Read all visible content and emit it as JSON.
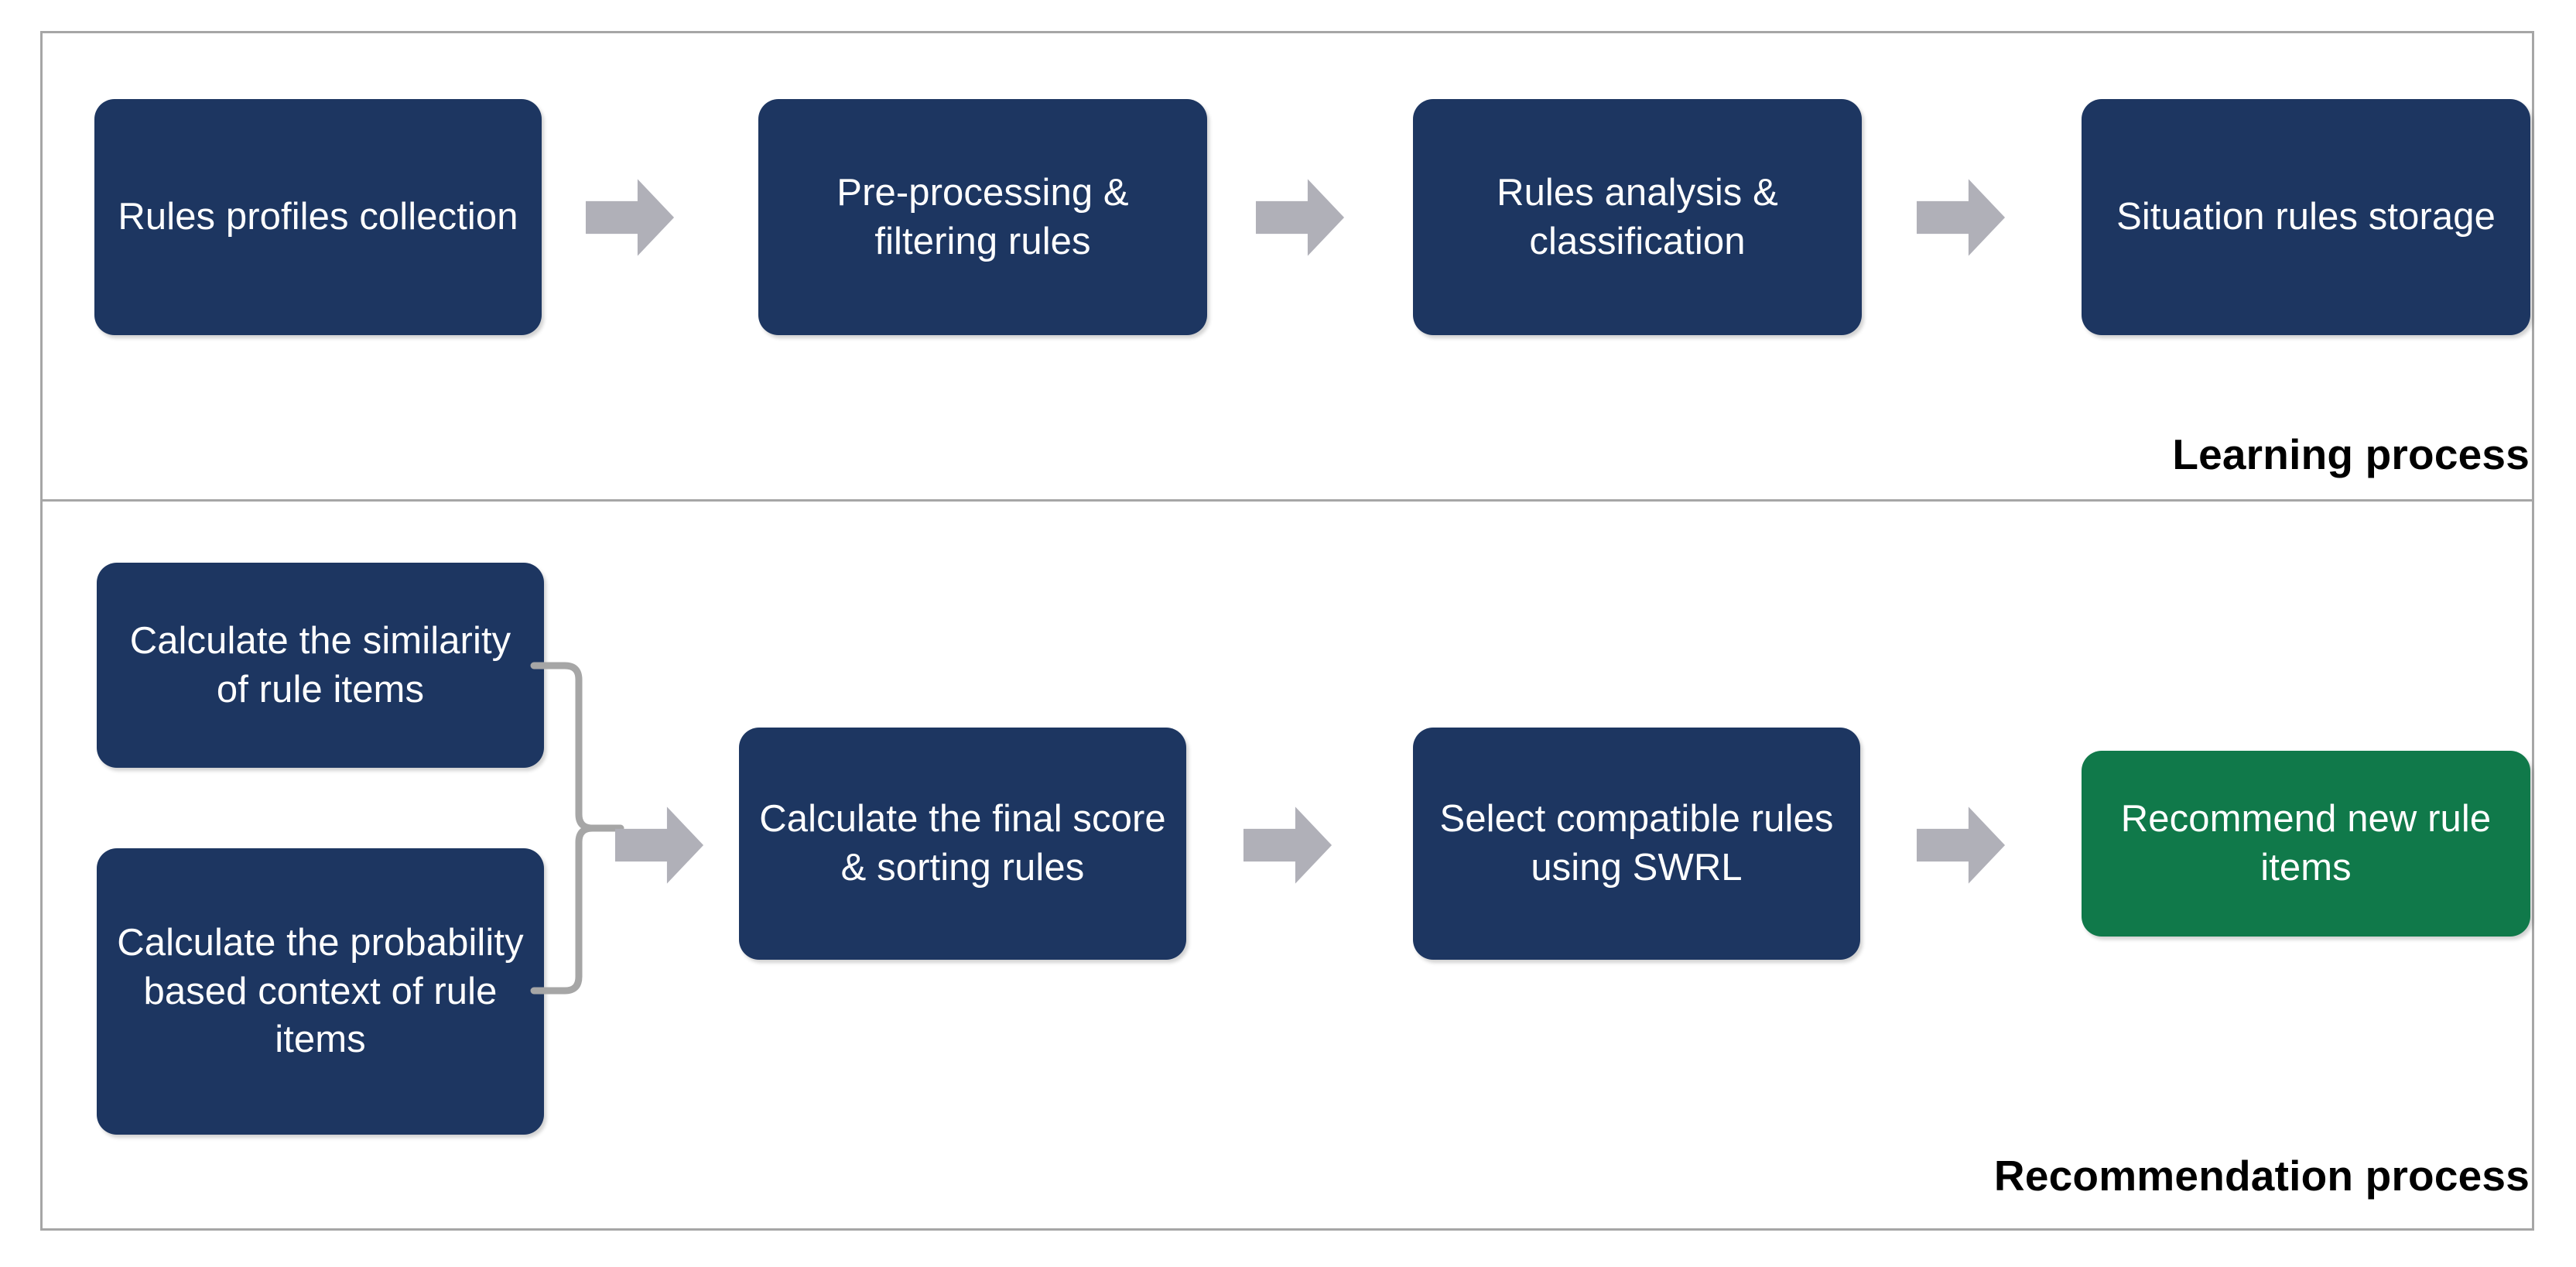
{
  "diagram": {
    "colors": {
      "node_navy": "#1d3661",
      "node_green": "#10794a",
      "arrow_gray": "#b0b0b8",
      "connector_gray": "#a6a6a6",
      "panel_border": "#a6a6a6",
      "background": "#ffffff",
      "node_text": "#ffffff",
      "caption_text": "#000000"
    },
    "sections": [
      {
        "id": "learning",
        "caption": "Learning process",
        "nodes": [
          {
            "id": "rules-profiles-collection",
            "label": "Rules profiles collection",
            "color": "navy"
          },
          {
            "id": "preprocessing-filtering",
            "label": "Pre-processing & filtering rules",
            "color": "navy"
          },
          {
            "id": "rules-analysis",
            "label": "Rules analysis & classification",
            "color": "navy"
          },
          {
            "id": "situation-rules-storage",
            "label": "Situation rules storage",
            "color": "navy"
          }
        ],
        "arrows": [
          "arrow-1",
          "arrow-2",
          "arrow-3"
        ]
      },
      {
        "id": "recommendation",
        "caption": "Recommendation process",
        "nodes": [
          {
            "id": "similarity-rule-items",
            "label": "Calculate the similarity of rule items",
            "color": "navy"
          },
          {
            "id": "probability-context",
            "label": "Calculate the probability based context of rule items",
            "color": "navy"
          },
          {
            "id": "final-score-sorting",
            "label": "Calculate the final score & sorting rules",
            "color": "navy"
          },
          {
            "id": "select-compatible-swrl",
            "label": "Select compatible rules using SWRL",
            "color": "navy"
          },
          {
            "id": "recommend-new-items",
            "label": "Recommend new rule items",
            "color": "green"
          }
        ],
        "arrows": [
          "arrow-4",
          "arrow-5",
          "arrow-6"
        ],
        "connector": "merge-bracket"
      }
    ]
  }
}
